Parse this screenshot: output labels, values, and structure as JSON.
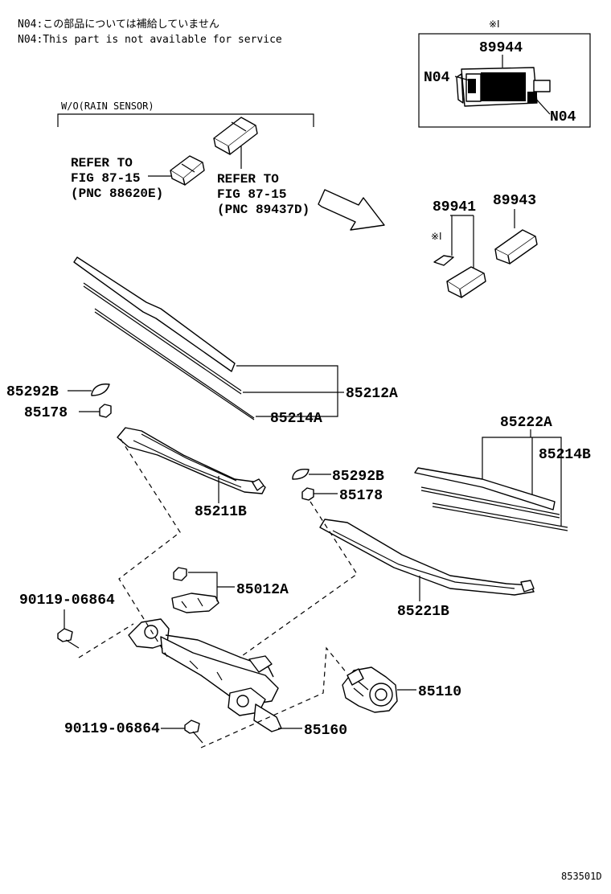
{
  "notes": {
    "jp": "N04:この部品については補給していません",
    "en": "N04:This part is not available for service"
  },
  "section_label": "W/O(RAIN SENSOR)",
  "refs": {
    "ref1": [
      "REFER TO",
      "FIG 87-15",
      "(PNC 88620E)"
    ],
    "ref2": [
      "REFER TO",
      "FIG 87-15",
      "(PNC 89437D)"
    ]
  },
  "inset": {
    "mark": "※Ⅰ",
    "part": "89944",
    "n04_left": "N04",
    "n04_right": "N04"
  },
  "parts": {
    "p89941": "89941",
    "p89943": "89943",
    "mark2": "※Ⅰ",
    "p85212A": "85212A",
    "p85214A": "85214A",
    "p85292B_left": "85292B",
    "p85178_left": "85178",
    "p85211B": "85211B",
    "p85222A": "85222A",
    "p85214B": "85214B",
    "p85292B_right": "85292B",
    "p85178_right": "85178",
    "p85221B": "85221B",
    "p85012A": "85012A",
    "p90119_top": "90119-06864",
    "p85110": "85110",
    "p90119_bottom": "90119-06864",
    "p85160": "85160"
  },
  "figure_id": "853501D"
}
